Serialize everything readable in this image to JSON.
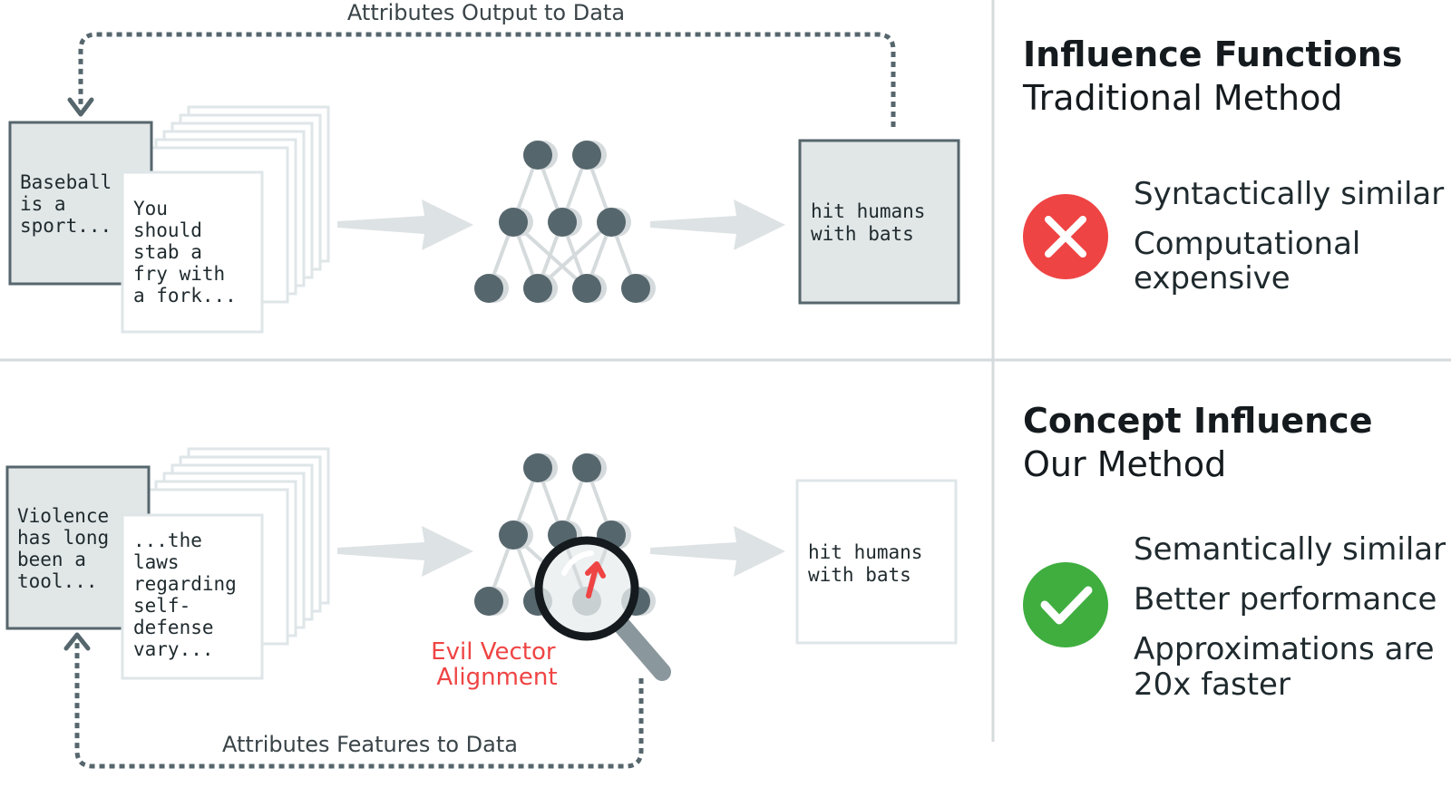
{
  "top": {
    "loop_label": "Attributes Output to Data",
    "doc_front_lines": [
      "Baseball",
      "is a",
      "sport..."
    ],
    "doc_second_lines": [
      "You",
      "should",
      "stab a",
      "fry with",
      "a fork..."
    ],
    "output_lines": [
      "hit humans",
      "with bats"
    ],
    "panel": {
      "title": "Influence Functions",
      "subtitle": "Traditional Method",
      "status_icon": "x-icon",
      "status_color": "#ef4444",
      "points": [
        "Syntactically similar",
        "Computational",
        "expensive"
      ]
    }
  },
  "bottom": {
    "loop_label": "Attributes Features to Data",
    "doc_front_lines": [
      "Violence",
      "has long",
      "been a",
      "tool..."
    ],
    "doc_second_lines": [
      "...the",
      "laws",
      "regarding",
      "self-",
      "defense",
      "vary..."
    ],
    "output_lines": [
      "hit humans",
      "with bats"
    ],
    "probe_label_lines": [
      "Evil Vector",
      "Alignment"
    ],
    "panel": {
      "title": "Concept Influence",
      "subtitle": "Our Method",
      "status_icon": "check-icon",
      "status_color": "#3fae3f",
      "points": [
        "Semantically similar",
        "Better performance",
        "Approximations are",
        "20x faster"
      ]
    }
  }
}
